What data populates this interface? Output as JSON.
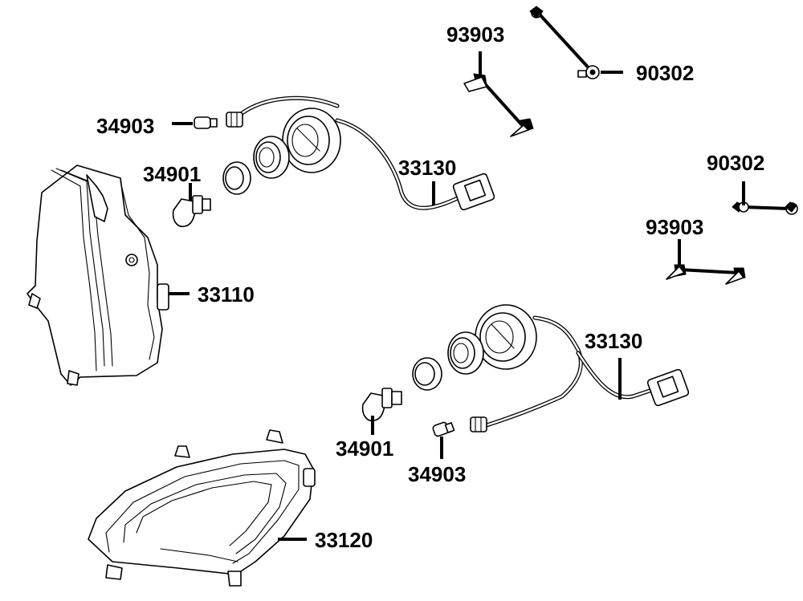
{
  "diagram": {
    "background_color": "#ffffff",
    "line_color": "#000000",
    "labels": {
      "screw_top": "93903",
      "bolt_top": "90302",
      "bulb_small_upper": "34903",
      "bulb_upper": "34901",
      "harness_upper": "33130",
      "bolt_right": "90302",
      "screw_right": "93903",
      "headlight_left": "33110",
      "harness_lower": "33130",
      "bulb_lower": "34901",
      "bulb_small_lower": "34903",
      "headlight_right": "33120"
    }
  }
}
